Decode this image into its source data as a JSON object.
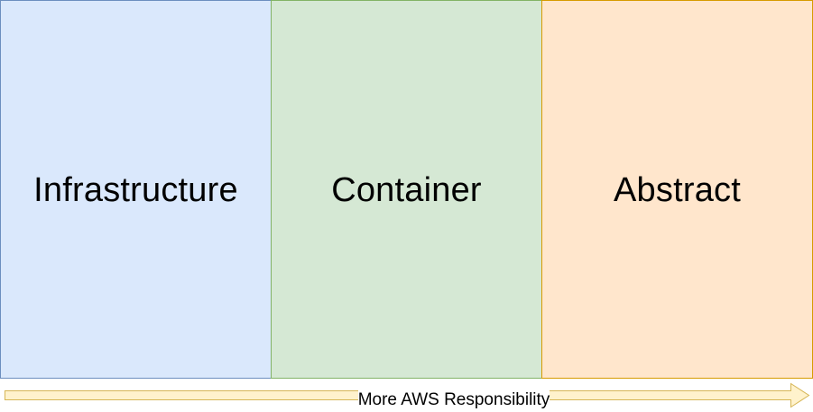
{
  "diagram": {
    "panels": [
      {
        "label": "Infrastructure",
        "fill": "#dae8fc",
        "stroke": "#6c8ebf"
      },
      {
        "label": "Container",
        "fill": "#d5e8d4",
        "stroke": "#82b366"
      },
      {
        "label": "Abstract",
        "fill": "#ffe6cc",
        "stroke": "#d79b00"
      }
    ],
    "arrow": {
      "label": "More AWS Responsibility",
      "fill": "#fff2cc",
      "stroke": "#d6b656"
    }
  }
}
